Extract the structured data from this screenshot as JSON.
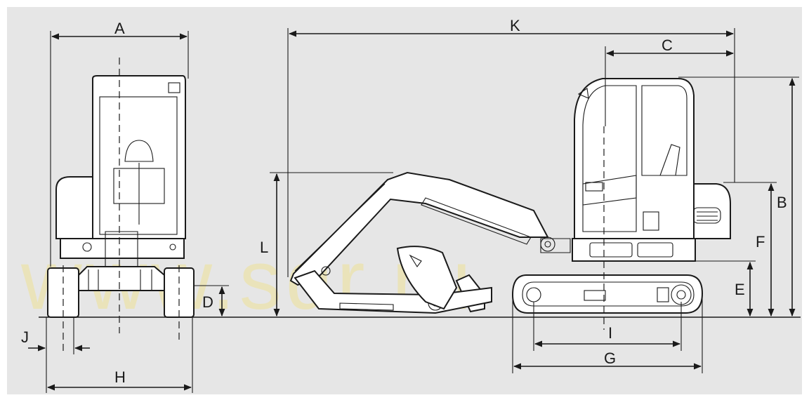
{
  "colors": {
    "background": "#e6e6e6",
    "line": "#1a1a1a",
    "machine_fill": "#ffffff",
    "watermark": "#f2df6a"
  },
  "watermark": {
    "text": "www.sdr.ru"
  },
  "dimensions": {
    "A": "A",
    "B": "B",
    "C": "C",
    "D": "D",
    "E": "E",
    "F": "F",
    "G": "G",
    "H": "H",
    "I": "I",
    "J": "J",
    "K": "K",
    "L": "L"
  }
}
